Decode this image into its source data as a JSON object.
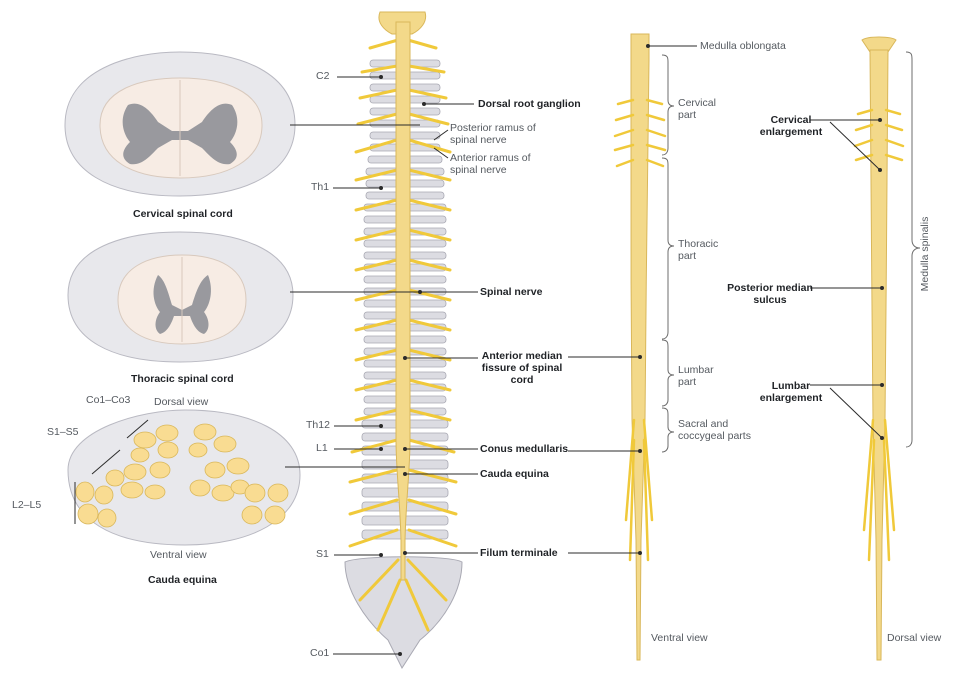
{
  "colors": {
    "cord": "#f3d98a",
    "cord_edge": "#d9b75a",
    "nerve": "#f0c93a",
    "bone": "#dcdce2",
    "bone_edge": "#a9a9b3",
    "section_bg": "#e8e8ec",
    "white_matter": "#f7ece4",
    "gray_matter": "#8e9096",
    "line": "#2b2b2b",
    "bracket": "#6d6d6d"
  },
  "sections": {
    "cervical": {
      "title": "Cervical spinal cord"
    },
    "thoracic": {
      "title": "Thoracic spinal cord"
    },
    "cauda": {
      "title": "Cauda equina",
      "dorsal": "Dorsal view",
      "ventral": "Ventral view",
      "co": "Co1–Co3",
      "s": "S1–S5",
      "l": "L2–L5"
    }
  },
  "vertebrae": {
    "c2": "C2",
    "th1": "Th1",
    "th12": "Th12",
    "l1": "L1",
    "s1": "S1",
    "co1": "Co1"
  },
  "center_labels": {
    "drg": "Dorsal root ganglion",
    "posterior_ramus": "Posterior ramus of\nspinal nerve",
    "anterior_ramus": "Anterior ramus of\nspinal nerve",
    "spinal_nerve": "Spinal nerve",
    "anterior_fissure": "Anterior median\nfissure of spinal\ncord",
    "conus": "Conus medullaris",
    "cauda": "Cauda equina",
    "filum": "Filum terminale"
  },
  "ventral_labels": {
    "medulla": "Medulla oblongata",
    "cervical": "Cervical\npart",
    "thoracic": "Thoracic\npart",
    "lumbar": "Lumbar\npart",
    "sacral": "Sacral and\ncoccygeal parts",
    "view": "Ventral view"
  },
  "dorsal_labels": {
    "cervical_enl": "Cervical\nenlargement",
    "post_sulcus": "Posterior median\nsulcus",
    "lumbar_enl": "Lumbar\nenlargement",
    "medulla_spinalis": "Medulla spinalis",
    "view": "Dorsal view"
  }
}
